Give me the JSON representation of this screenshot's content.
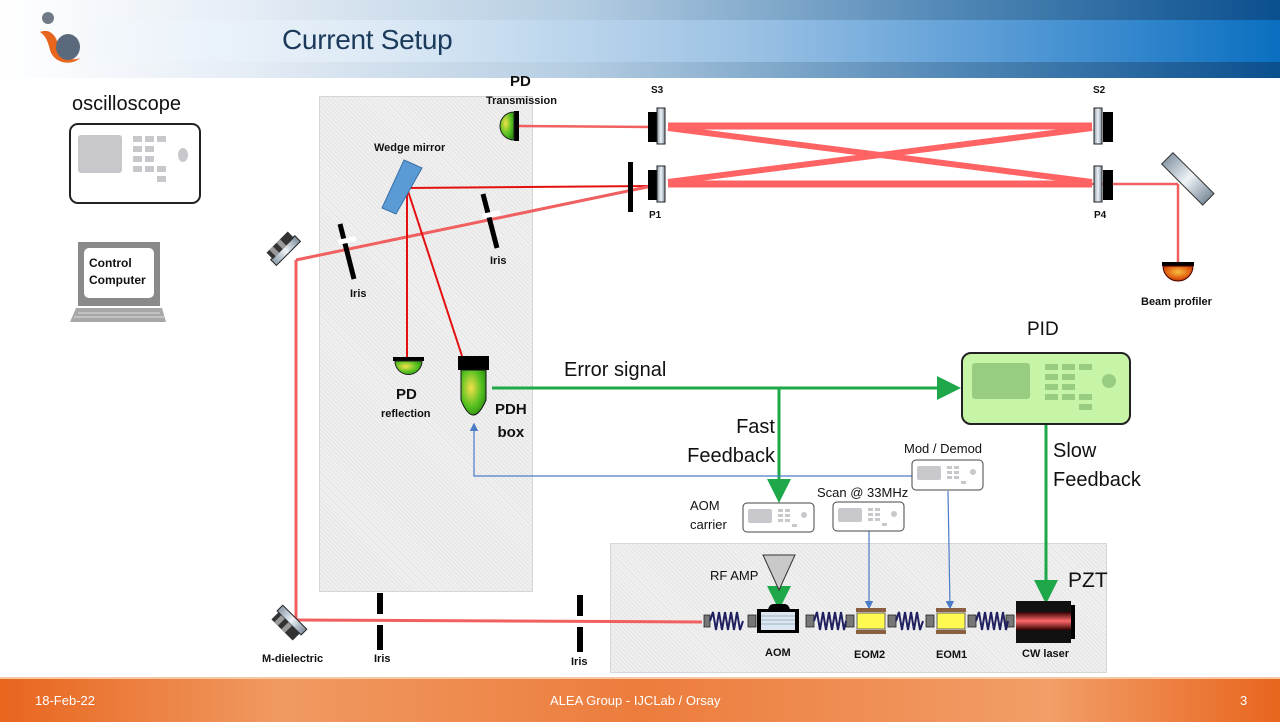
{
  "slide": {
    "title": "Current Setup",
    "footer": {
      "date": "18-Feb-22",
      "center": "ALEA Group - IJCLab / Orsay",
      "page": "3"
    },
    "colors": {
      "header_blue": "#0a6fc0",
      "footer_orange": "#e8651e",
      "laser_red": "#ff4a4a",
      "signal_green": "#1ea84a",
      "mod_blue": "#4a7cc8",
      "pid_green": "#c7f5a8"
    }
  },
  "devices": {
    "oscilloscope": "oscilloscope",
    "control_computer_line1": "Control",
    "control_computer_line2": "Computer",
    "pid": "PID",
    "mod_demod": "Mod / Demod",
    "scan": "Scan @ 33MHz",
    "aom_carrier_line1": "AOM",
    "aom_carrier_line2": "carrier",
    "rf_amp": "RF AMP",
    "pzt": "PZT"
  },
  "optics": {
    "pd_transmission_title": "PD",
    "pd_transmission_sub": "Transmission",
    "wedge_mirror": "Wedge mirror",
    "s3": "S3",
    "s2": "S2",
    "p1": "P1",
    "p4": "P4",
    "beam_profiler": "Beam profiler",
    "iris_left": "Iris",
    "iris_center": "Iris",
    "iris_bottom1": "Iris",
    "iris_bottom2": "Iris",
    "pd_reflection_title": "PD",
    "pd_reflection_sub": "reflection",
    "pdh_box_line1": "PDH",
    "pdh_box_line2": "box",
    "m_dielectric": "M-dielectric"
  },
  "signals": {
    "error_signal": "Error signal",
    "fast_feedback_line1": "Fast",
    "fast_feedback_line2": "Feedback",
    "slow_feedback_line1": "Slow",
    "slow_feedback_line2": "Feedback"
  },
  "fiber_chain": {
    "aom": "AOM",
    "eom2": "EOM2",
    "eom1": "EOM1",
    "cw_laser": "CW laser"
  }
}
